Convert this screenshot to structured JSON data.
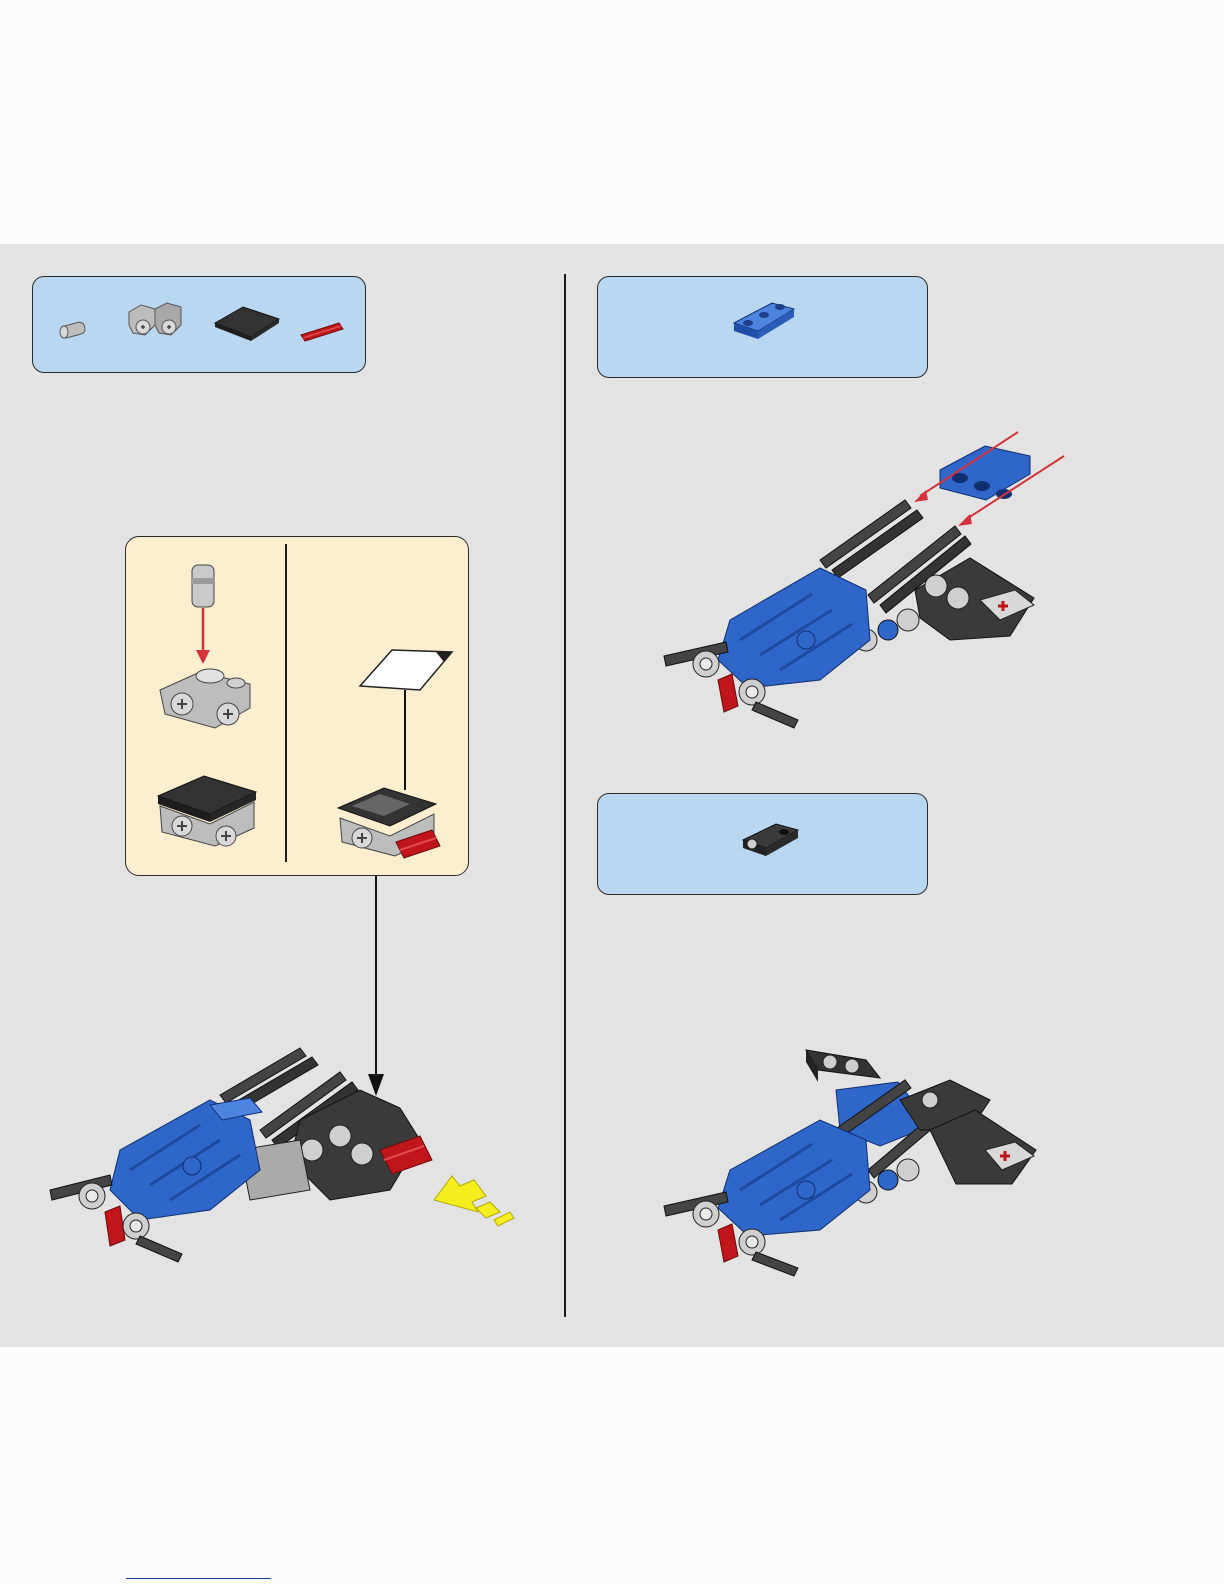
{
  "colors": {
    "band": "#e3e3e3",
    "parts_box": "#b9d7f1",
    "sub_box": "#fcefd0",
    "blue": "#2f66c9",
    "dark": "#333333",
    "grey": "#bdbdbd",
    "red": "#c0151a",
    "arrow_red": "#d5333b",
    "yellow": "#f5ee1e"
  },
  "steps": [
    {
      "name": "step-left",
      "parts": [
        "pin-icon",
        "axle-connector-icon",
        "black-tile-icon",
        "red-axle-icon"
      ],
      "sub_steps": [
        "insert-pin",
        "add-tile",
        "apply-sticker"
      ]
    },
    {
      "name": "step-right-top",
      "parts": [
        "blue-beam-3-icon"
      ]
    },
    {
      "name": "step-right-bottom",
      "parts": [
        "black-connector-icon"
      ]
    }
  ]
}
